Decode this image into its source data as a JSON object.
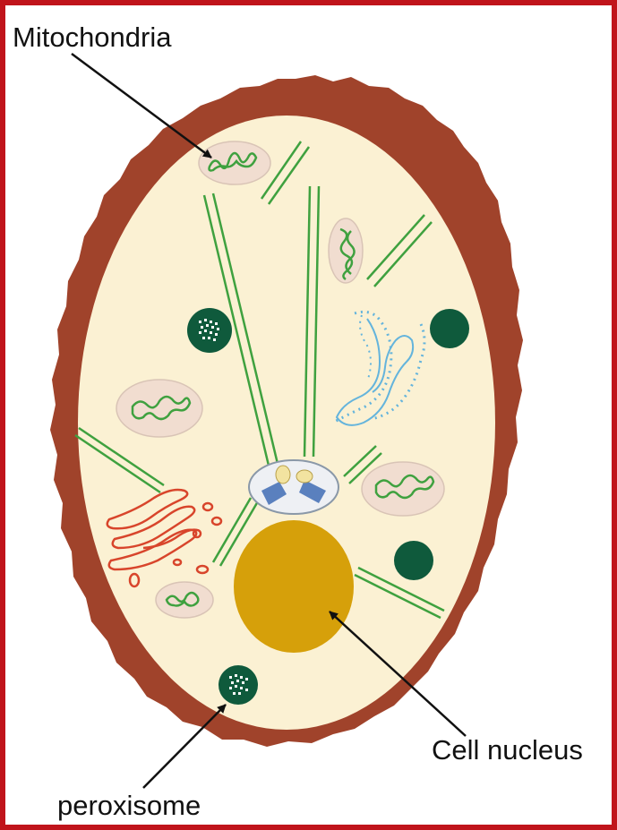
{
  "labels": {
    "mitochondria": "Mitochondria",
    "cell_nucleus": "Cell nucleus",
    "peroxisome": "peroxisome"
  },
  "colors": {
    "frame_border": "#c0141b",
    "cell_wall": "#a0432b",
    "cytoplasm": "#fbf1d3",
    "nucleus": "#d6a00a",
    "mitochondrion_body": "#f1ddd0",
    "mitochondrion_cristae": "#3fa13f",
    "microtubule": "#3fa13f",
    "peroxisome": "#0f5a3c",
    "golgi": "#d8452b",
    "endoplasmic_reticulum": "#64b4dc",
    "centrosome": "#5a80be"
  }
}
